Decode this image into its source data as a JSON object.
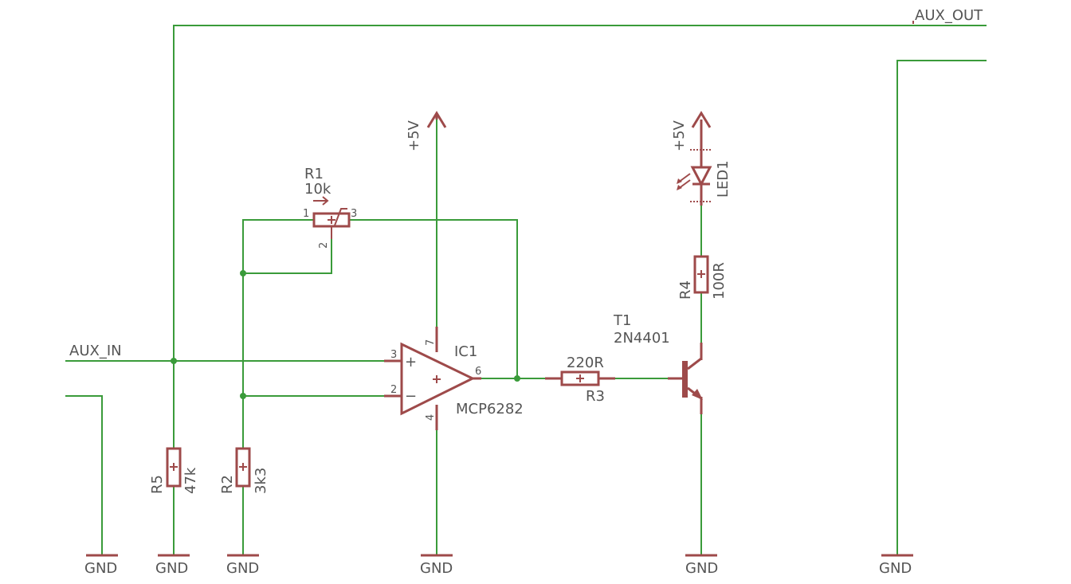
{
  "nets": {
    "aux_out": "AUX_OUT",
    "aux_in": "AUX_IN"
  },
  "power": {
    "vcc": "+5V",
    "gnd": "GND"
  },
  "components": {
    "r1": {
      "name": "R1",
      "value": "10k",
      "pin1": "1",
      "pin2": "2",
      "pin3": "3"
    },
    "r2": {
      "name": "R2",
      "value": "3k3"
    },
    "r3": {
      "name": "R3",
      "value": "220R"
    },
    "r4": {
      "name": "R4",
      "value": "100R"
    },
    "r5": {
      "name": "R5",
      "value": "47k"
    },
    "ic1": {
      "name": "IC1",
      "value": "MCP6282",
      "pin_inp": "3",
      "pin_inn": "2",
      "pin_out": "6",
      "pin_vdd": "7",
      "pin_vss": "4",
      "sign_plus": "+",
      "sign_minus": "−"
    },
    "t1": {
      "name": "T1",
      "value": "2N4401"
    },
    "led1": {
      "name": "LED1"
    }
  },
  "colors": {
    "wire": "#3a9b3a",
    "part": "#9e4a4a",
    "text": "#555555",
    "background": "#ffffff"
  }
}
